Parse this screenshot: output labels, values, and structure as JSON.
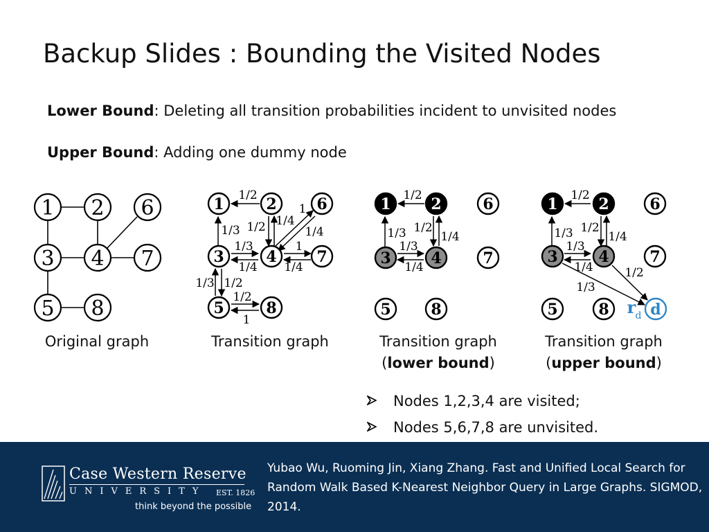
{
  "title": "Backup Slides : Bounding the Visited Nodes",
  "bounds": {
    "lower": {
      "label": "Lower Bound",
      "text": ": Deleting all transition probabilities incident to unvisited nodes"
    },
    "upper": {
      "label": "Upper Bound",
      "text": ": Adding one dummy node"
    }
  },
  "graph_labels": {
    "n1": "1",
    "n2": "2",
    "n3": "3",
    "n4": "4",
    "n5": "5",
    "n6": "6",
    "n7": "7",
    "n8": "8",
    "dummy": "d",
    "r": "r",
    "r_sub": "d",
    "p12": "1/2",
    "p13": "1/3",
    "p14": "1/4",
    "p1": "1"
  },
  "captions": {
    "original": "Original graph",
    "transition": "Transition graph",
    "lower_line1": "Transition graph",
    "lower_pre": "(",
    "lower_bold": "lower bound",
    "lower_post": ")",
    "upper_line1": "Transition graph",
    "upper_pre": "(",
    "upper_bold": "upper bound",
    "upper_post": ")"
  },
  "bullets": [
    {
      "icon": "arrowhead-bullet-icon",
      "text": "Nodes 1,2,3,4 are visited;"
    },
    {
      "icon": "arrowhead-bullet-icon",
      "text": "Nodes 5,6,7,8 are unvisited."
    }
  ],
  "footer": {
    "logo_name": "Case Western Reserve",
    "logo_university": "UNIVERSITY",
    "logo_est": "EST. 1826",
    "logo_tagline": "think beyond the possible",
    "citation": "Yubao Wu, Ruoming Jin, Xiang Zhang. Fast and Unified Local Search for Random Walk Based K-Nearest Neighbor Query in Large Graphs. SIGMOD, 2014.",
    "background": "#0b2f53"
  },
  "colors": {
    "visited_black": "#000000",
    "visited_gray": "#8c8c8c",
    "dummy_blue": "#2f86c8"
  }
}
